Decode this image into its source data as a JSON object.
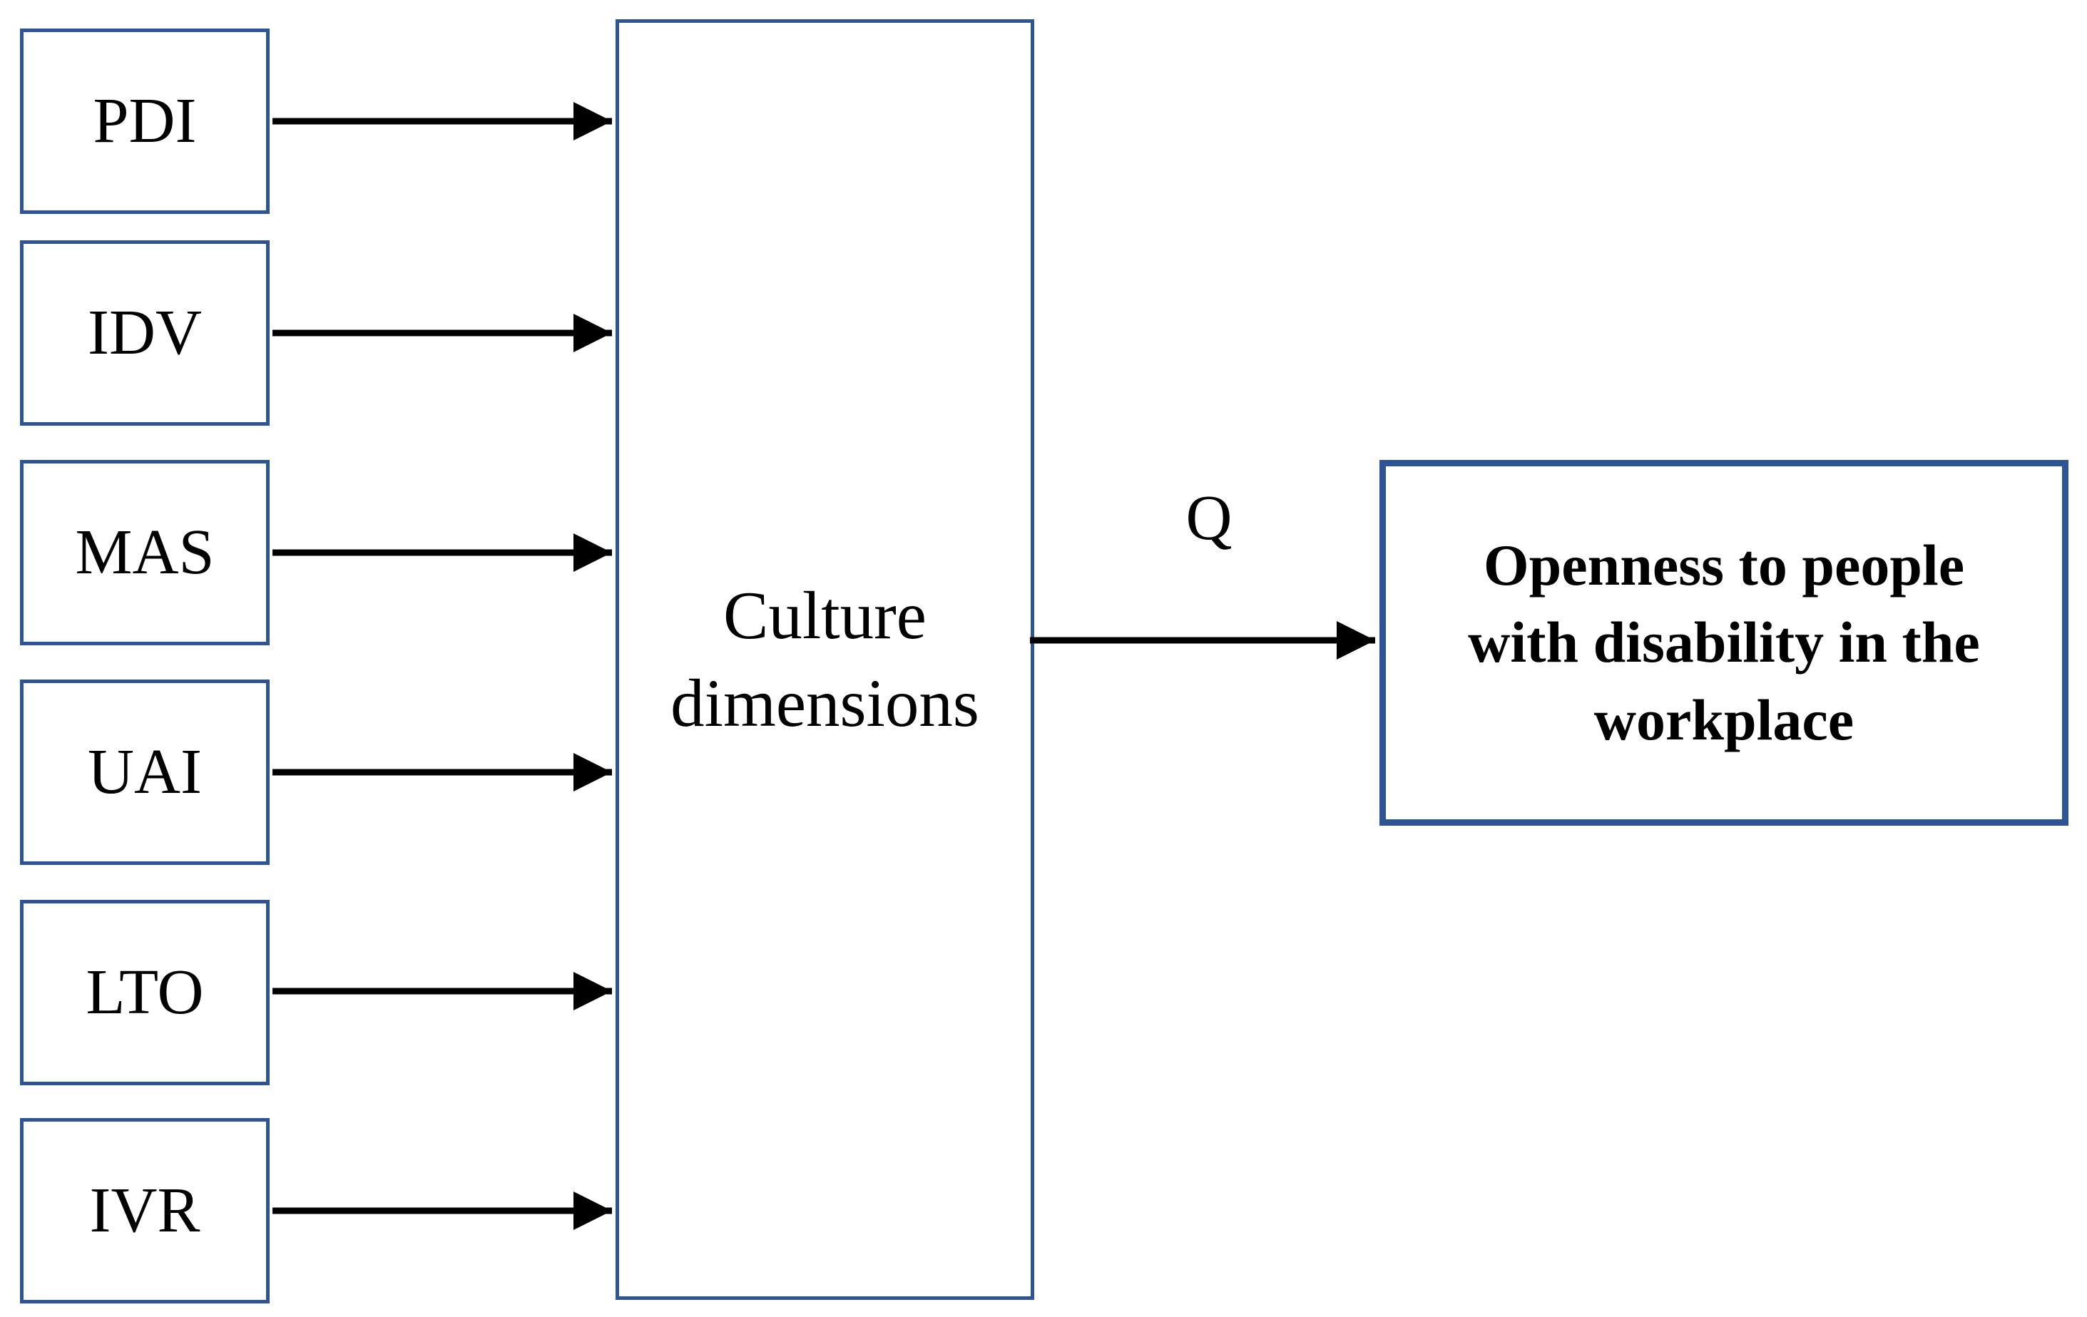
{
  "diagram": {
    "input_boxes": [
      {
        "label": "PDI"
      },
      {
        "label": "IDV"
      },
      {
        "label": "MAS"
      },
      {
        "label": "UAI"
      },
      {
        "label": "LTO"
      },
      {
        "label": "IVR"
      }
    ],
    "mediator_box": {
      "label": "Culture dimensions"
    },
    "path_label": "Q",
    "outcome_box": {
      "lines": [
        "Openness to people",
        "with disability in the",
        "workplace"
      ]
    },
    "colors": {
      "box_border": "#2F5496",
      "arrow": "#000000",
      "text": "#000000",
      "background": "#FFFFFF"
    }
  }
}
